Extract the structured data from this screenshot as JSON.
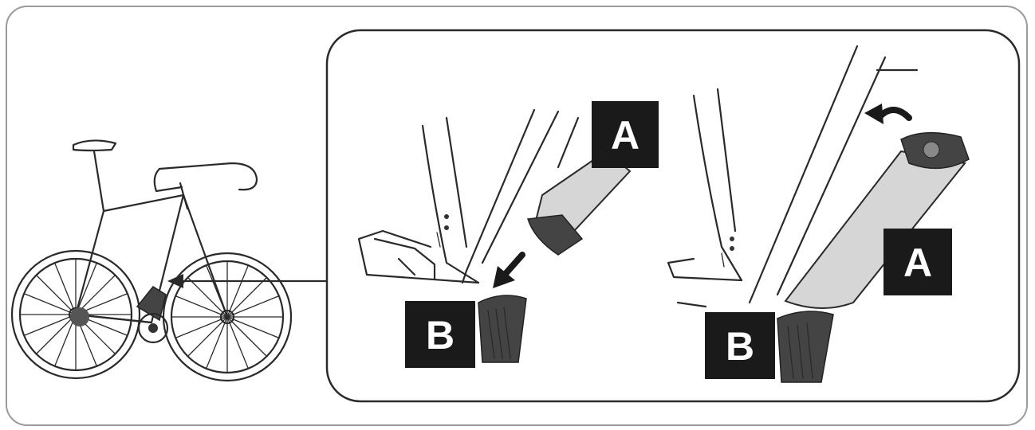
{
  "labels": {
    "left_panel_a": "A",
    "left_panel_b": "B",
    "right_panel_a": "A",
    "right_panel_b": "B"
  },
  "colors": {
    "label_background": "#1a1a1a",
    "label_text": "#ffffff",
    "battery_fill": "#d6d6d6",
    "line": "#2a2a2a"
  },
  "icons": {
    "pointer": "arrow-left-icon",
    "insert_direction": "arrow-down-icon",
    "rotate_direction": "curved-arrow-icon"
  }
}
